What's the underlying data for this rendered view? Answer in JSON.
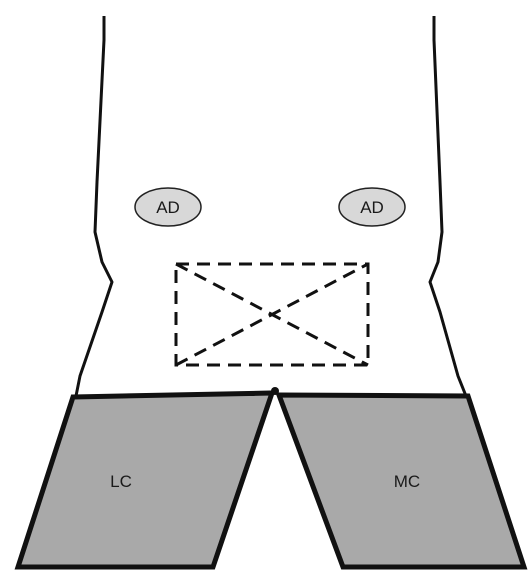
{
  "diagram": {
    "labels": {
      "adductor_left": "AD",
      "adductor_right": "AD",
      "lateral_condyle": "LC",
      "medial_condyle": "MC"
    },
    "colors": {
      "outline": "#111111",
      "condyle_fill": "#a9a9a9",
      "ad_fill": "#d8d8d8",
      "background": "#ffffff"
    }
  }
}
